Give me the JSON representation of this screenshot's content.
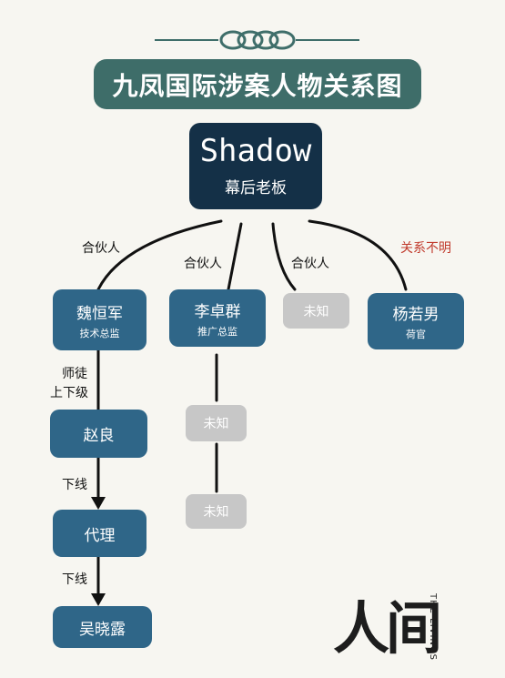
{
  "title": "九凤国际涉案人物关系图",
  "boss": {
    "name": "Shadow",
    "role": "幕后老板"
  },
  "relations": {
    "partner1": "合伙人",
    "partner2": "合伙人",
    "partner3": "合伙人",
    "unknown_relation": "关系不明",
    "mentor": "师徒",
    "superior": "上下级",
    "downline1": "下线",
    "downline2": "下线"
  },
  "people": {
    "wei": {
      "name": "魏恒军",
      "role": "技术总监"
    },
    "li": {
      "name": "李卓群",
      "role": "推广总监"
    },
    "unknown_partner": "未知",
    "yang": {
      "name": "杨若男",
      "role": "荷官"
    },
    "zhao": {
      "name": "赵良"
    },
    "agent": {
      "name": "代理"
    },
    "wu": {
      "name": "吴晓露"
    },
    "li_sub1": "未知",
    "li_sub2": "未知"
  },
  "logo": {
    "main": "人间",
    "side": "THE LIVINGS"
  },
  "colors": {
    "title_bg": "#3e6d69",
    "boss_bg": "#143047",
    "node_bg": "#2f6688",
    "unknown_bg": "#c7c7c7",
    "unknown_relation": "#c0392b"
  }
}
